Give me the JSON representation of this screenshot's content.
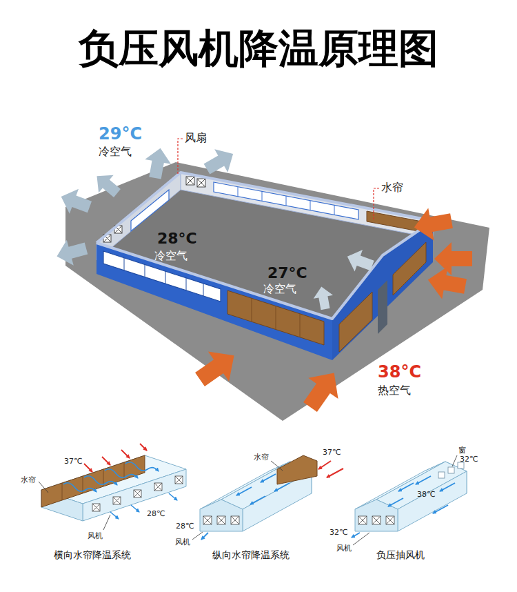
{
  "diagram": {
    "title": "负压风机降温原理图",
    "labels": [
      "29°C",
      "冷空气",
      "风扇",
      "水帘",
      "28°C",
      "冷空气",
      "27°C",
      "冷空气",
      "38°C",
      "热空气",
      "37℃",
      "水帘",
      "28℃",
      "风机",
      "横向水帘降温系统",
      "水帘",
      "37℃",
      "28℃",
      "风机",
      "纵向水帘降温系统",
      "窗",
      "32℃",
      "38℃",
      "32℃",
      "风机",
      "负压抽风机"
    ]
  }
}
